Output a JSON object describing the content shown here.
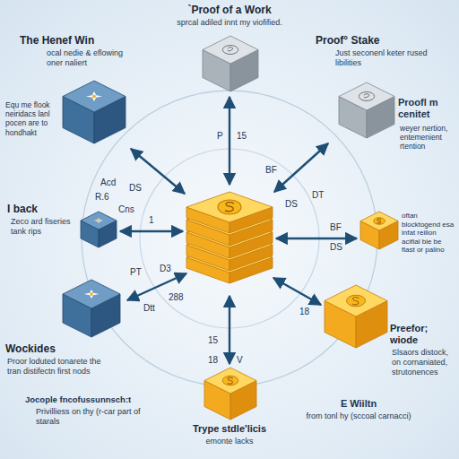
{
  "diagram": {
    "nodes": [
      {
        "text": [
          "`Proof of a Work",
          "sprcal adiled innt my viofified."
        ]
      },
      {
        "text": [
          "The Henef Win",
          "ocal nedie & eflowing oner naliert"
        ]
      },
      {
        "text": [
          "Proof° Stake",
          "Just seconenl keter rused libilities"
        ]
      },
      {
        "text": [
          "I back",
          "Zeco ard fiseries tank rips"
        ]
      },
      {
        "text": [
          "Wockides",
          "Proor loduted tonarete the tran distifectn first nods"
        ]
      },
      {
        "text": [
          "Trype stdle'licis",
          "emonte lacks"
        ]
      },
      {
        "text": [
          "Preefor; wiode",
          "Slsaors distock, on cornaniated, strutonences"
        ]
      }
    ],
    "labels": [
      "Equ me flook neiridacs lanl pocen are to hondhakt",
      "Proofl m cenitet",
      "weyer nertion, entemenient rtention",
      "P",
      "15",
      "Acd",
      "DS",
      "R.6",
      "Cns",
      "BF",
      "DS",
      "DT",
      "1",
      "oftan blocktogend esa infat reilion acifial bie be flast or palino",
      "BF",
      "DS",
      "PT",
      "D3",
      "288",
      "Dtt",
      "15",
      "V",
      "18",
      "18",
      "Jocople fncofussunnsch:t",
      "Privilliess on thy (r-car part of starals",
      "E Wiiltn",
      "from tonl hy (sccoal carnacci)"
    ]
  }
}
